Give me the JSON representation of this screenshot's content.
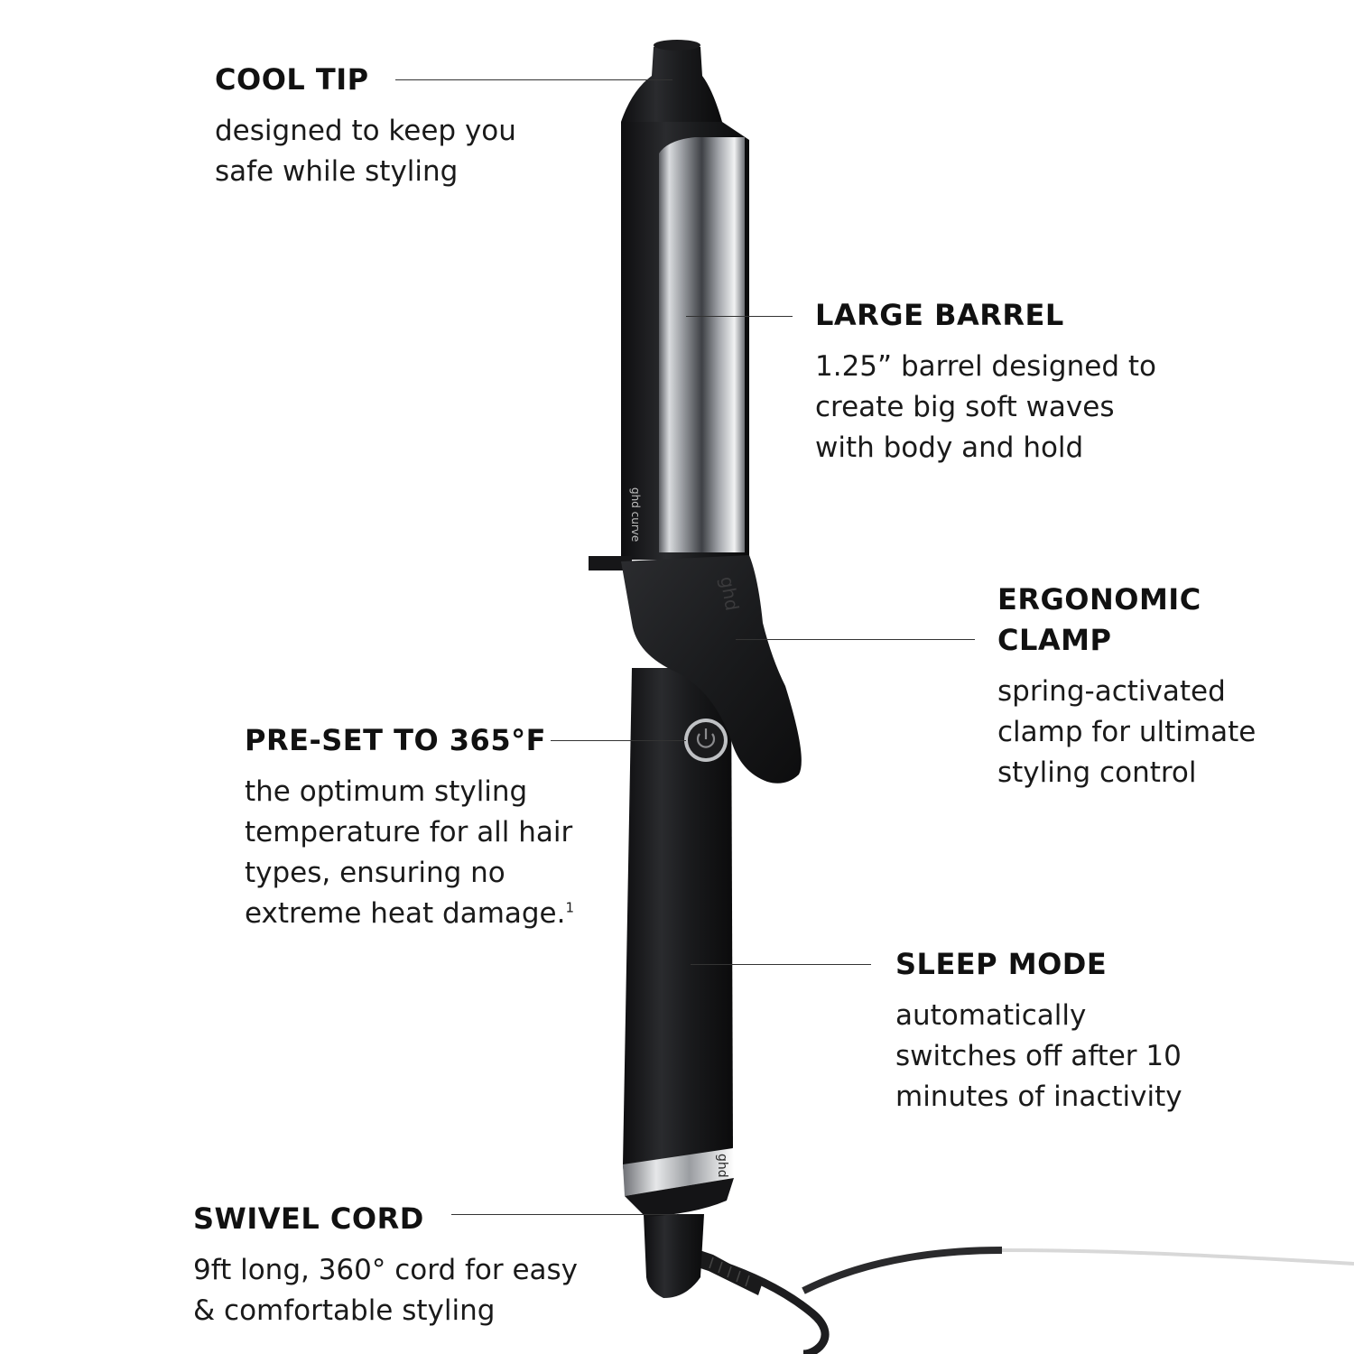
{
  "features": {
    "cool_tip": {
      "title": "COOL TIP",
      "lines": [
        "designed to keep you",
        "safe while styling"
      ]
    },
    "large_barrel": {
      "title": "LARGE BARREL",
      "lines": [
        "1.25” barrel designed to",
        "create big soft waves",
        "with body and hold"
      ]
    },
    "ergonomic_clamp": {
      "title_lines": [
        "ERGONOMIC",
        "CLAMP"
      ],
      "lines": [
        "spring-activated",
        "clamp for ultimate",
        "styling control"
      ]
    },
    "preset_temp": {
      "title": "PRE-SET TO 365°F",
      "lines": [
        "the optimum styling",
        "temperature for all hair",
        "types, ensuring no",
        "extreme heat damage."
      ],
      "footnote": "1"
    },
    "sleep_mode": {
      "title": "SLEEP MODE",
      "lines": [
        "automatically",
        "switches off after 10",
        "minutes of inactivity"
      ]
    },
    "swivel_cord": {
      "title": "SWIVEL CORD",
      "lines": [
        "9ft long, 360° cord for easy",
        "& comfortable styling"
      ]
    }
  },
  "product": {
    "barrel_text": "ghd curve",
    "clamp_logo": "ghd",
    "ring_logo": "ghd",
    "power_icon": "power-icon"
  }
}
